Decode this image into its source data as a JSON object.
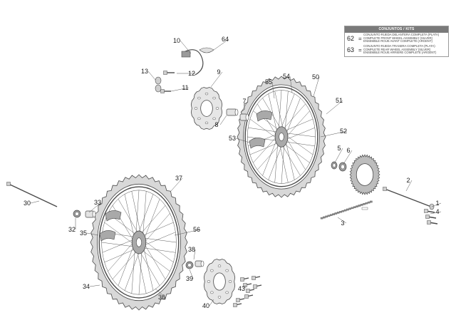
{
  "kits_table": {
    "header": "CONJUNTOS / KITS",
    "rows": [
      {
        "number": "62",
        "lines": [
          "CONJUNTO RUEDA DELANTERA COMPLETA (PLATA)",
          "COMPLETE FRONT WHEEL ASSEMBLY (SILVER)",
          "ENSEMBLE ROUE AVANT COMPLETE (ARGENT)"
        ]
      },
      {
        "number": "63",
        "lines": [
          "CONJUNTO RUEDA TRASERA COMPLETA (PLATA)",
          "COMPLETE REAR WHEEL ASSEMBLY (SILVER)",
          "ENSEMBLE ROUE ARRIERE COMPLETE (ARGENT)"
        ]
      }
    ]
  },
  "callouts": [
    "10",
    "64",
    "13",
    "12",
    "9",
    "11",
    "55",
    "54",
    "50",
    "7",
    "8",
    "51",
    "52",
    "53",
    "5",
    "6",
    "37",
    "30",
    "33",
    "2",
    "32",
    "35",
    "56",
    "4",
    "3",
    "38",
    "39",
    "34",
    "36",
    "43",
    "40",
    "1"
  ],
  "colors": {
    "line": "#4a4a4a",
    "tire": "#d8d8d8",
    "metal": "#a9a9a9",
    "header": "#7a7a7a"
  }
}
